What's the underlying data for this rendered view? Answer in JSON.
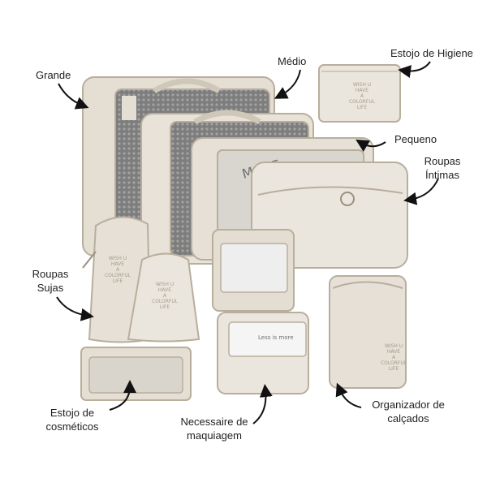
{
  "labels": {
    "grande": "Grande",
    "medio": "Médio",
    "estojo_higiene": "Estojo de Higiene",
    "pequeno": "Pequeno",
    "roupas_intimas": [
      "Roupas",
      "Íntimas"
    ],
    "roupas_sujas": [
      "Roupas",
      "Sujas"
    ],
    "estojo_cosmeticos": [
      "Estojo de",
      "cosméticos"
    ],
    "necessaire": [
      "Necessaire de",
      "maquiagem"
    ],
    "organizador": [
      "Organizador de",
      "calçados"
    ]
  },
  "product_prints": {
    "pouch_print": [
      "WISH U",
      "HAVE",
      "A",
      "COLORFUL",
      "LIFE"
    ],
    "cube_print": "MORE",
    "mirror_print": "Less is more"
  },
  "colors": {
    "fabric": "#e4ded3",
    "fabric_dark": "#cfc7b8",
    "mesh": "#8b8b8b",
    "outline": "#b8ae9c",
    "text": "#1f1f1f",
    "arrow": "#111111"
  }
}
